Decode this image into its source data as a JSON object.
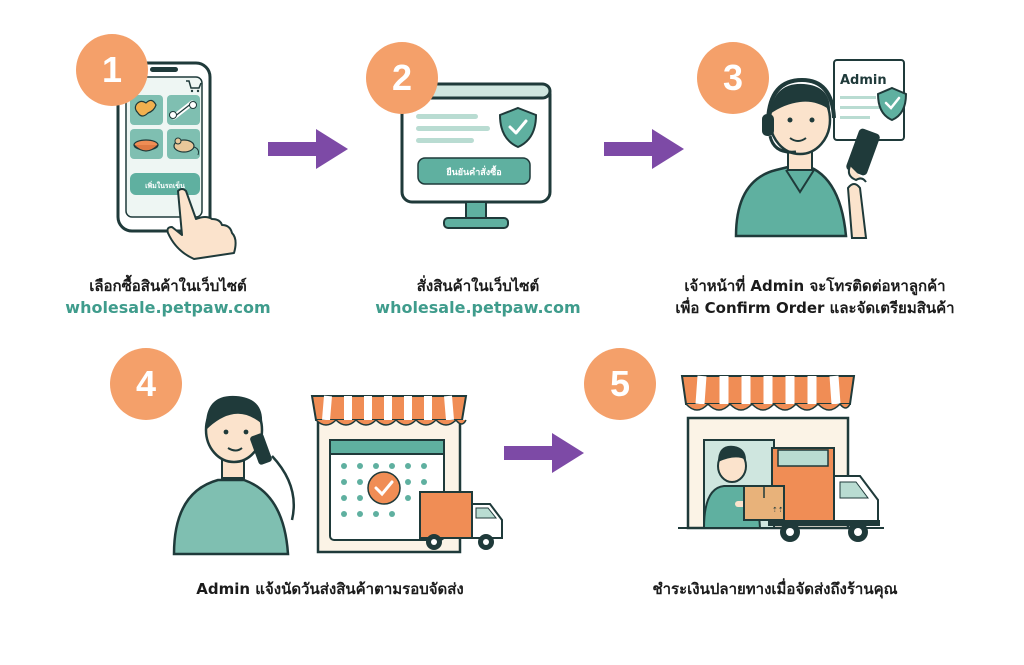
{
  "steps": [
    {
      "number": "1",
      "caption_line1": "เลือกซื้อสินค้าในเว็บไซต์",
      "caption_url": "wholesale.petpaw.com",
      "illustration": {
        "phone_button_label": "เพิ่มในรถเข็น",
        "icons": [
          "dog-biscuit-icon",
          "bone-icon",
          "pet-bowl-icon",
          "mouse-toy-icon",
          "cart-icon",
          "pointing-hand-icon"
        ]
      }
    },
    {
      "number": "2",
      "caption_line1": "สั่งสินค้าในเว็บไซต์",
      "caption_url": "wholesale.petpaw.com",
      "illustration": {
        "confirm_button_label": "ยืนยันคำสั่งซื้อ",
        "icons": [
          "monitor-icon",
          "shield-check-icon"
        ]
      }
    },
    {
      "number": "3",
      "caption_line1": "เจ้าหน้าที่ Admin จะโทรติดต่อหาลูกค้า",
      "caption_line2": "เพื่อ Confirm Order และจัดเตรียมสินค้า",
      "illustration": {
        "document_label": "Admin",
        "icons": [
          "headset-agent-icon",
          "document-icon",
          "shield-check-icon",
          "smartphone-icon"
        ]
      }
    },
    {
      "number": "4",
      "caption_line1": "Admin แจ้งนัดวันส่งสินค้าตามรอบจัดส่ง",
      "illustration": {
        "icons": [
          "person-on-phone-icon",
          "storefront-awning-icon",
          "calendar-check-icon",
          "delivery-truck-icon"
        ]
      }
    },
    {
      "number": "5",
      "caption_line1": "ชำระเงินปลายทางเมื่อจัดส่งถึงร้านคุณ",
      "illustration": {
        "icons": [
          "storefront-icon",
          "delivery-person-icon",
          "parcel-box-icon",
          "delivery-truck-icon"
        ]
      }
    }
  ],
  "colors": {
    "badge": "#f4a06a",
    "arrow": "#7d4aa6",
    "teal": "#5fb0a0",
    "url_text": "#3f9c8c",
    "orange": "#f08d55",
    "outline": "#1f3a3a"
  }
}
